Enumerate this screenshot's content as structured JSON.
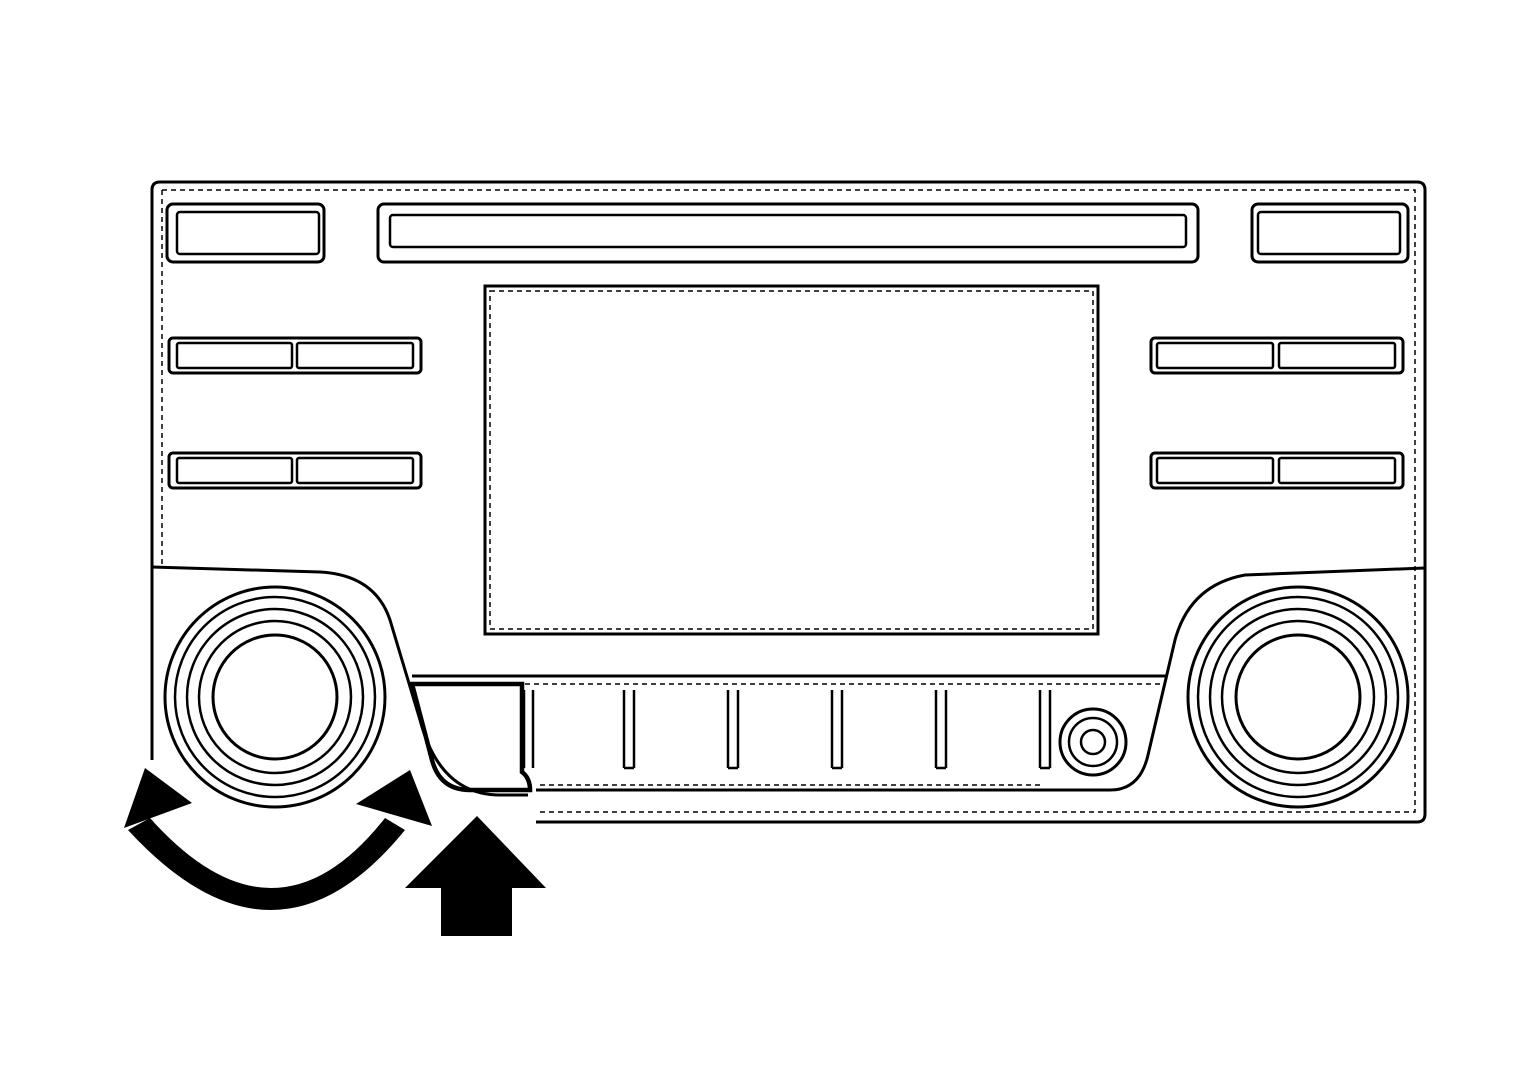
{
  "figure": {
    "subject": "radio-head-unit-faceplate",
    "colors": {
      "line": "#000000",
      "background": "#ffffff"
    },
    "top_row_buttons": 3,
    "side_button_rows": 2,
    "bottom_buttons": 6,
    "knobs": 2,
    "arrows": [
      "rotate-arrow",
      "up-arrow"
    ]
  }
}
